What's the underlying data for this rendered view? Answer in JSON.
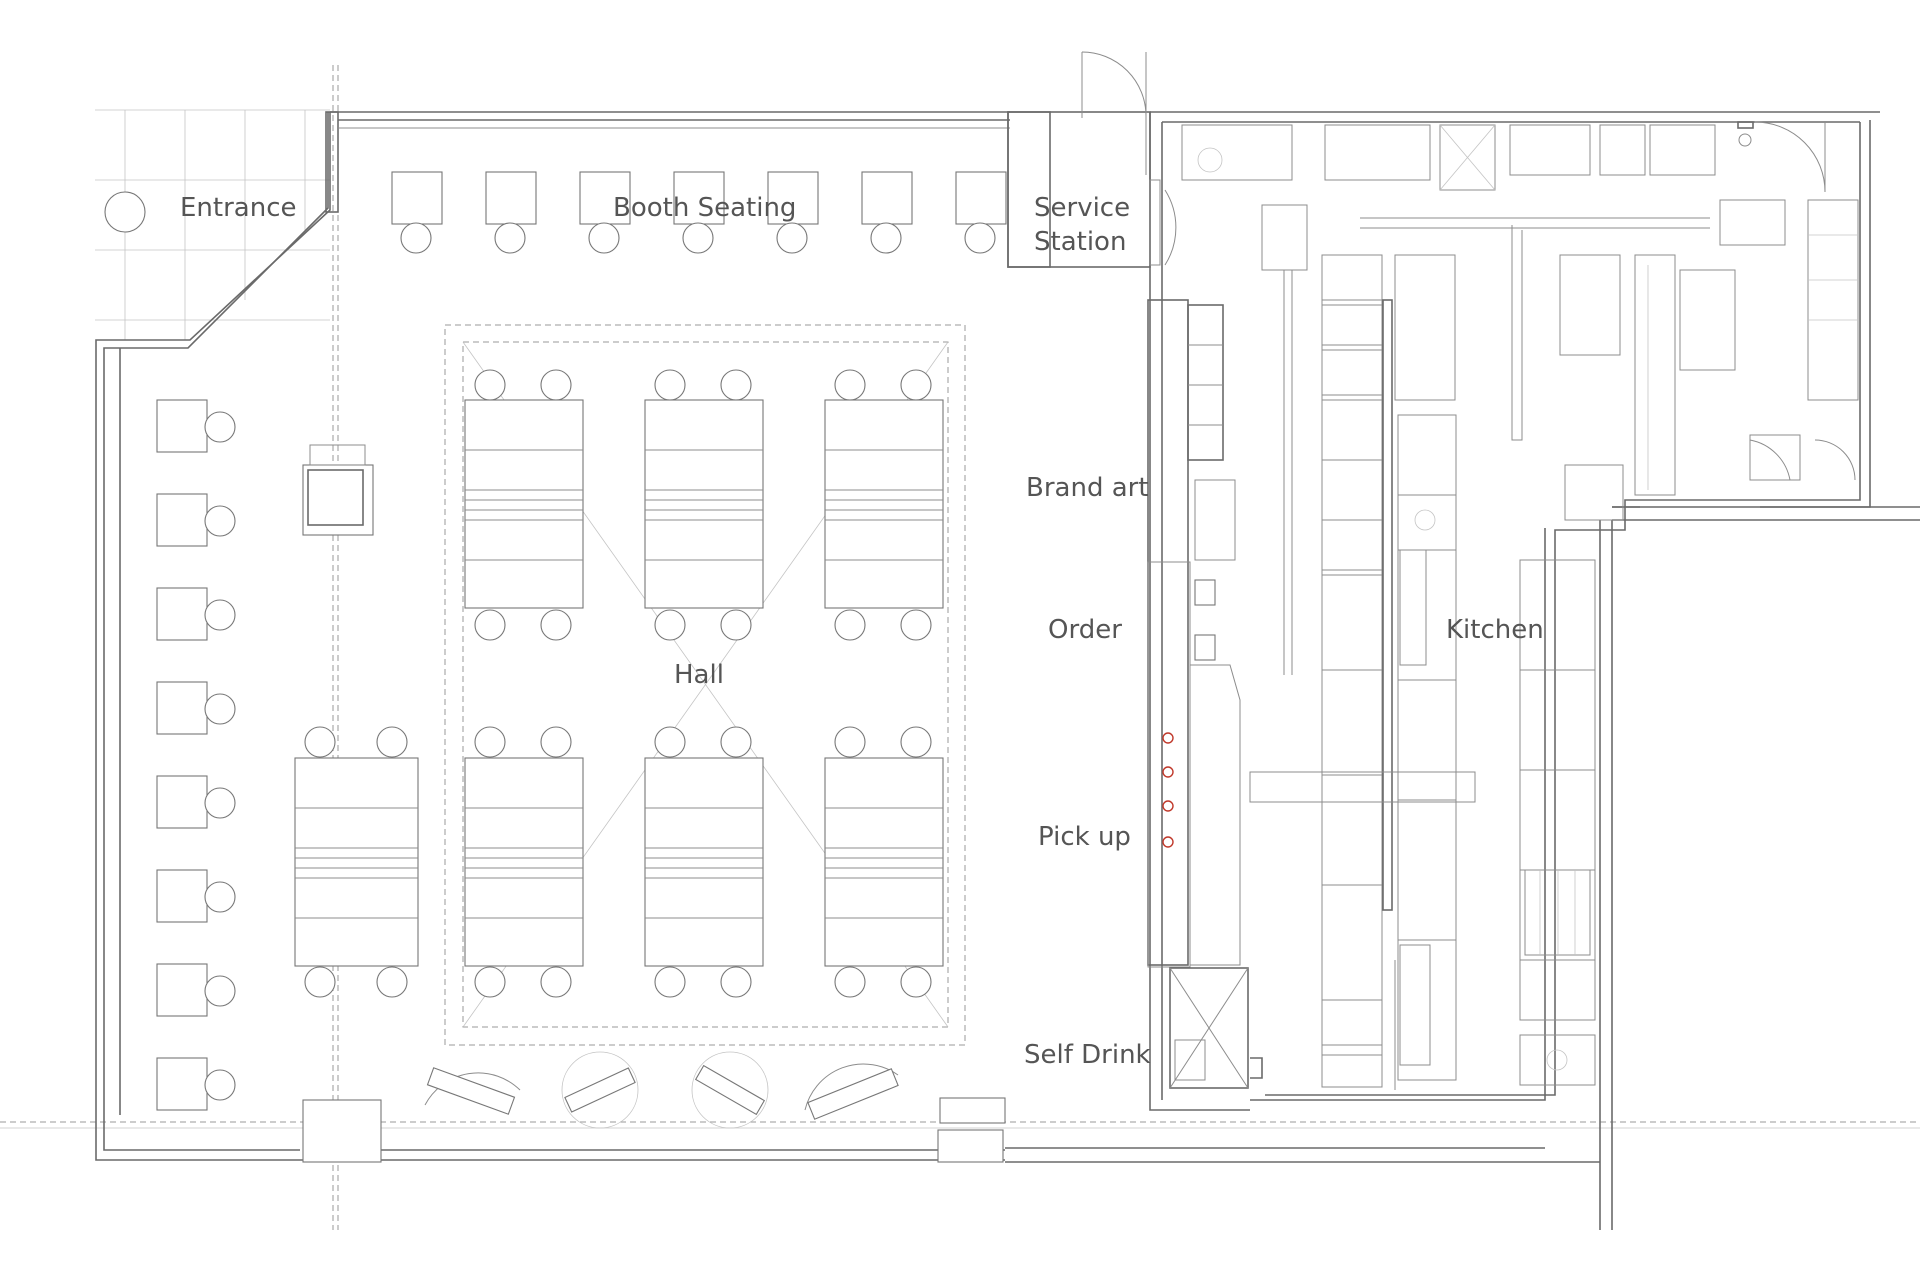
{
  "labels": {
    "entrance": "Entrance",
    "booth_seating": "Booth Seating",
    "service_station_line1": "Service",
    "service_station_line2": "Station",
    "brand_art": "Brand art",
    "order": "Order",
    "hall": "Hall",
    "pick_up": "Pick up",
    "self_drink": "Self Drink",
    "kitchen": "Kitchen"
  },
  "colors": {
    "line": "#6a6a6a",
    "label": "#555555",
    "accent_marker": "#c0392b"
  }
}
